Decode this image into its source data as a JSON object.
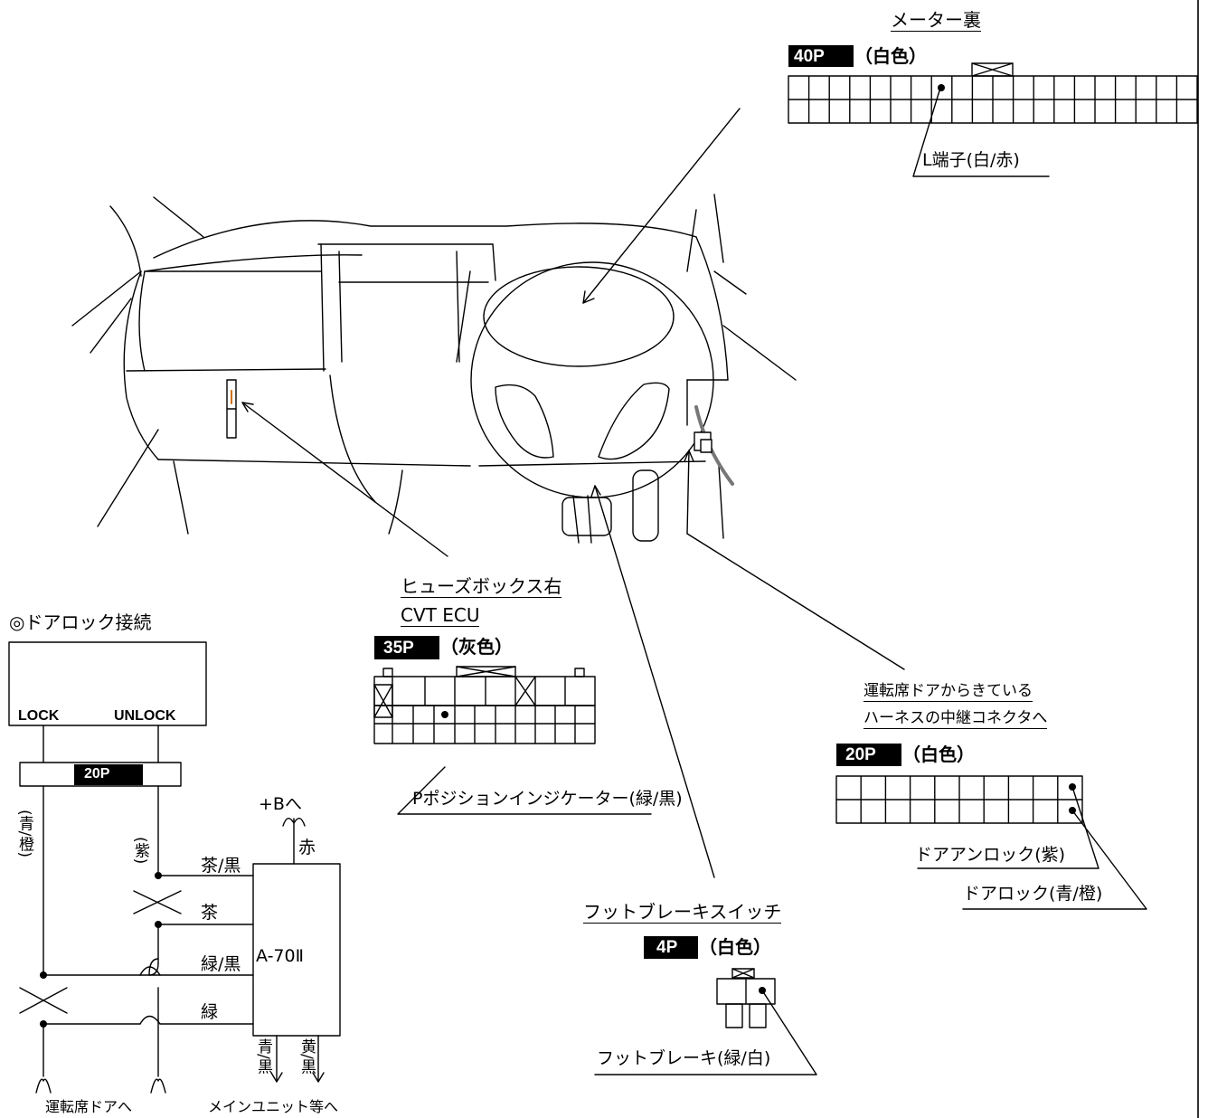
{
  "meter": {
    "title": "メーター裏",
    "pins": "40P",
    "color": "（白色）",
    "terminal_label": "L端子(白/赤)"
  },
  "fusebox": {
    "title": "ヒューズボックス右",
    "subtitle": "CVT ECU",
    "pins": "35P",
    "color": "（灰色）",
    "terminal_label": "Pポジションインジケーター(緑/黒)"
  },
  "door_connector": {
    "title_line1": "運転席ドアからきている",
    "title_line2": "ハーネスの中継コネクタへ",
    "pins": "20P",
    "color": "（白色）",
    "unlock_label": "ドアアンロック(紫)",
    "lock_label": "ドアロック(青/橙)"
  },
  "foot_brake": {
    "title": "フットブレーキスイッチ",
    "pins": "4P",
    "color": "（白色）",
    "terminal_label": "フットブレーキ(緑/白)"
  },
  "door_lock_section": {
    "heading": "◎ドアロック接続",
    "lock": "LOCK",
    "unlock": "UNLOCK",
    "connector_pins": "20P",
    "wire_left": "(青/橙)",
    "wire_right": "(紫)",
    "power": "+Bへ",
    "red": "赤",
    "unit": "A-70Ⅱ",
    "wire_brown_black": "茶/黒",
    "wire_brown": "茶",
    "wire_green_black": "緑/黒",
    "wire_green": "緑",
    "out_blue_black": "青/黒",
    "out_yellow_black": "黄/黒",
    "to_driver_door": "運転席ドアへ",
    "to_main_unit": "メインユニット等へ"
  }
}
